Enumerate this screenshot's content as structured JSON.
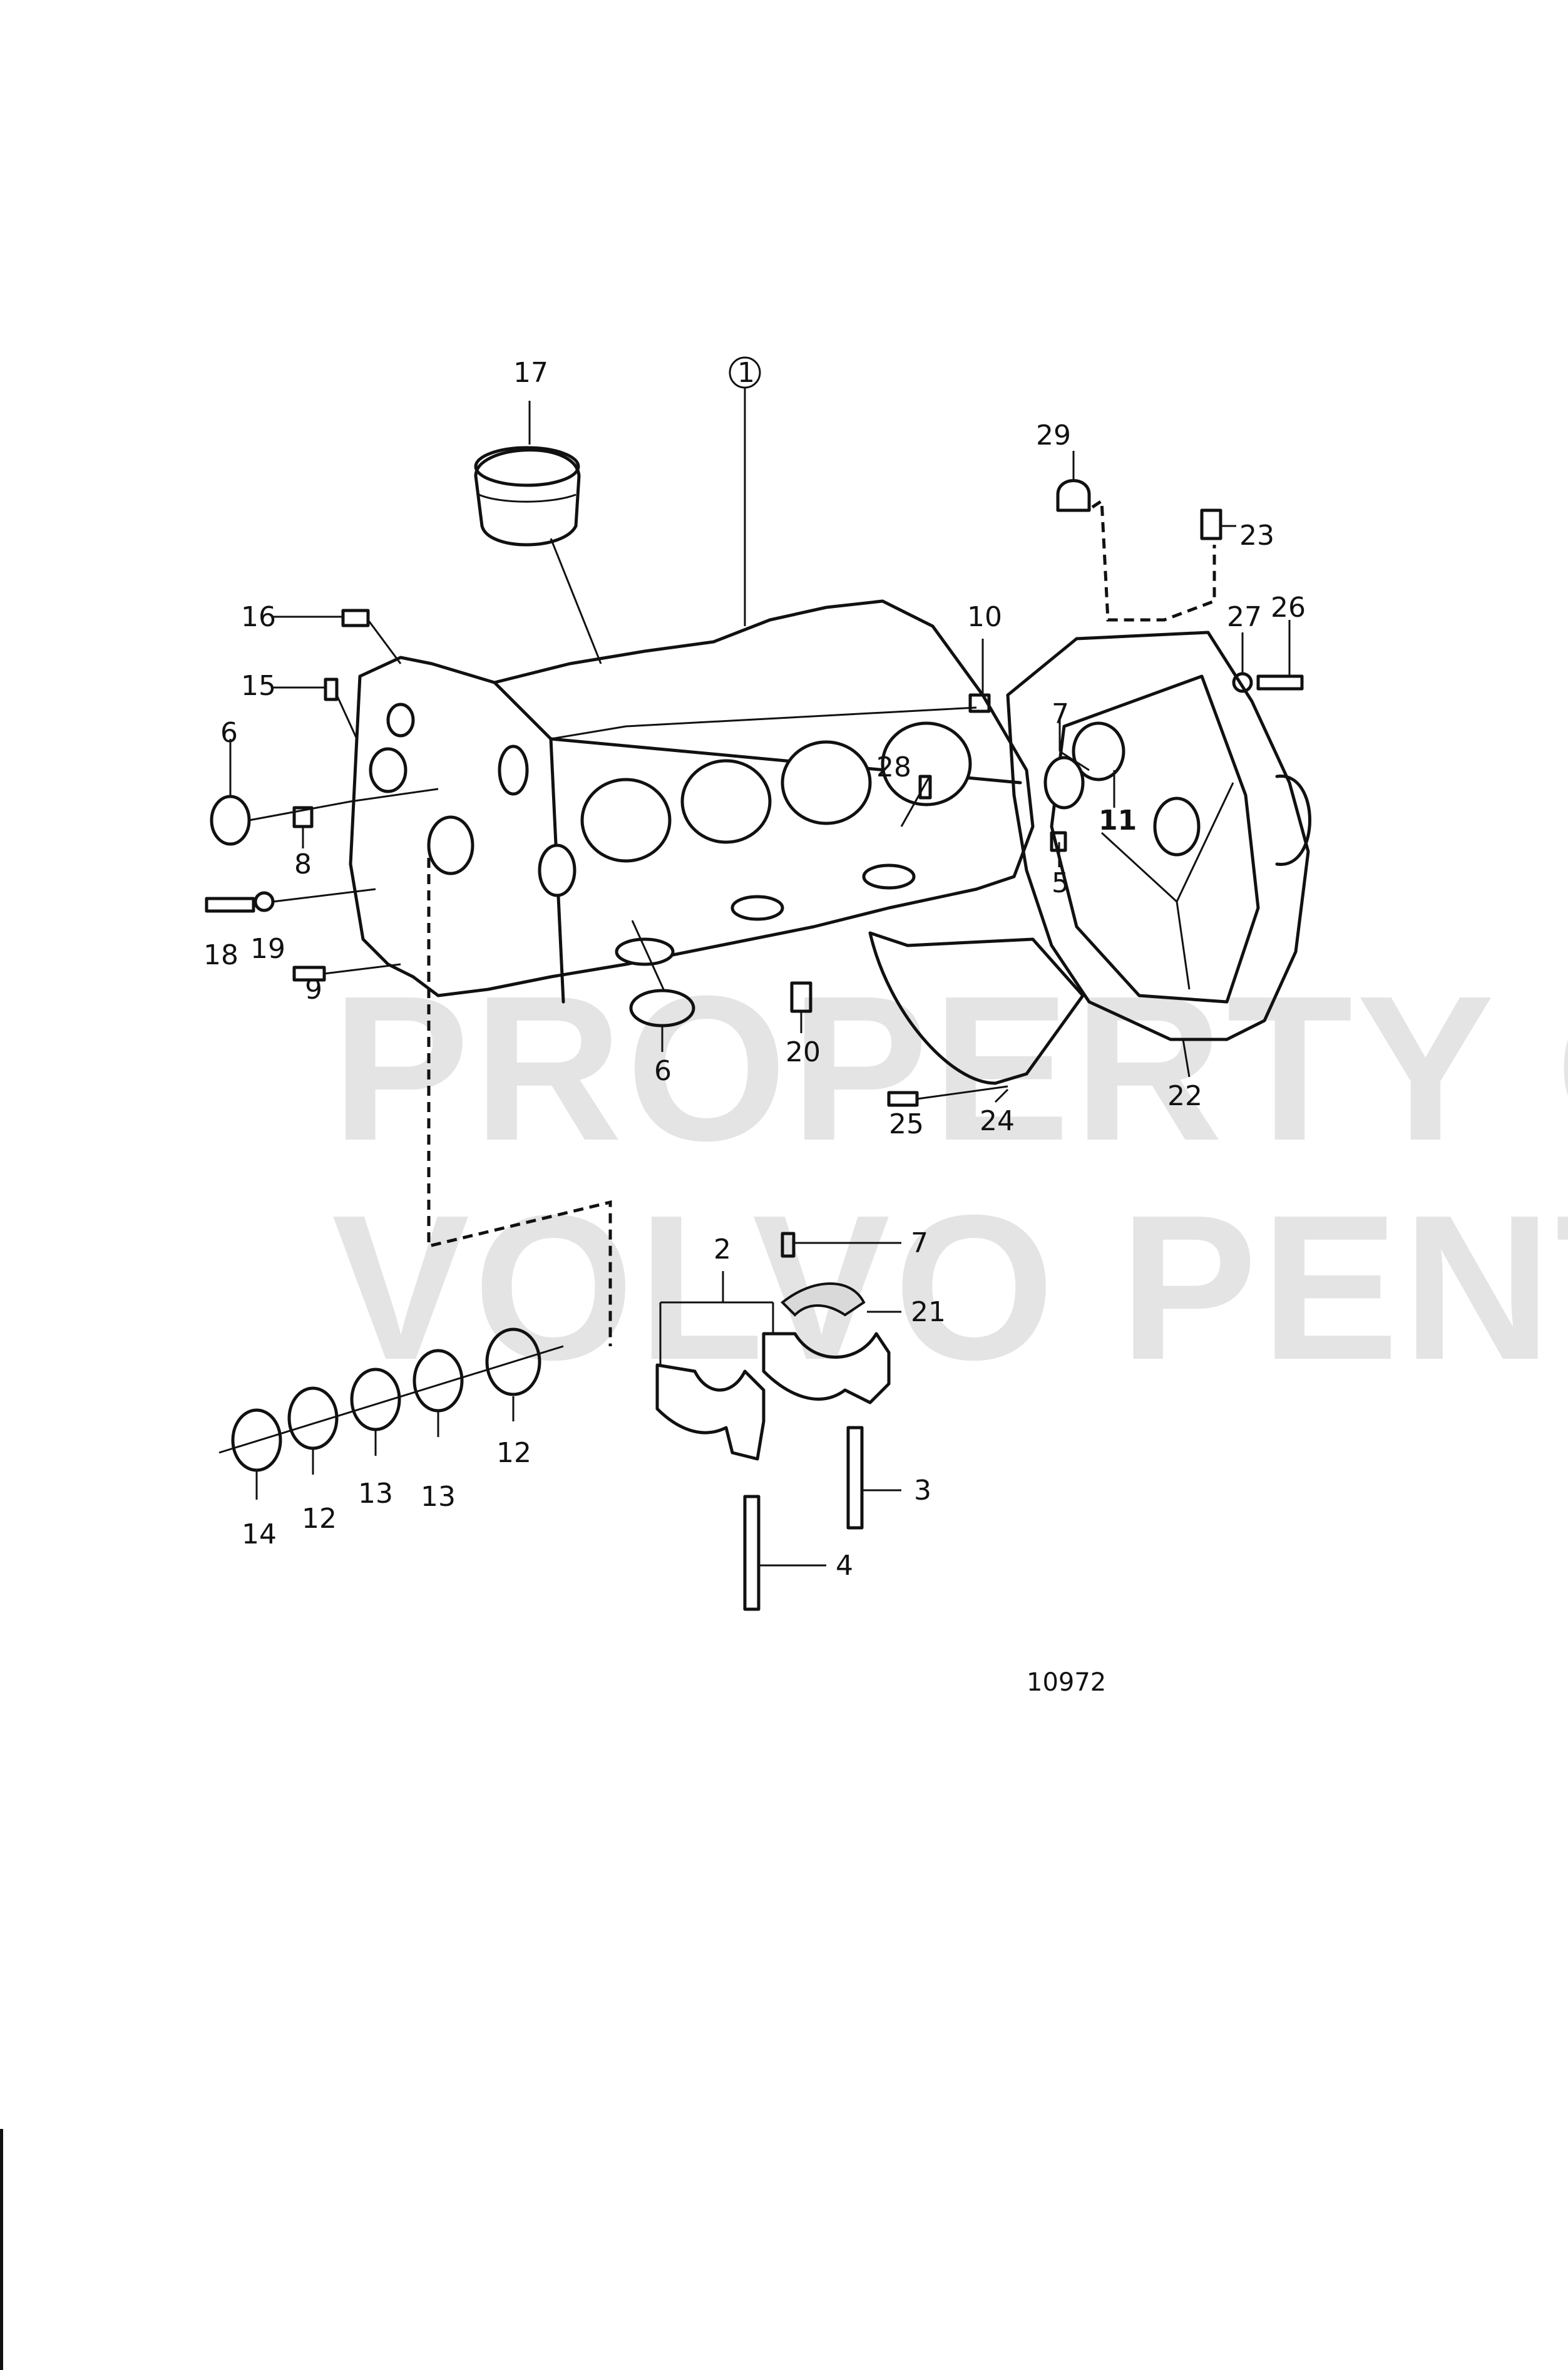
{
  "figure_number": "10972",
  "watermark": {
    "line1": "PROPERTY OF",
    "line2": "VOLVO PENTA"
  },
  "callouts": {
    "c1": "1",
    "c2": "2",
    "c3": "3",
    "c4": "4",
    "c5": "5",
    "c6a": "6",
    "c6b": "6",
    "c7a": "7",
    "c7b": "7",
    "c8": "8",
    "c9": "9",
    "c10": "10",
    "c11": "11",
    "c12a": "12",
    "c12b": "12",
    "c13a": "13",
    "c13b": "13",
    "c14": "14",
    "c15": "15",
    "c16": "16",
    "c17": "17",
    "c18": "18",
    "c19": "19",
    "c20": "20",
    "c21": "21",
    "c22": "22",
    "c23": "23",
    "c24": "24",
    "c25": "25",
    "c26": "26",
    "c27": "27",
    "c28": "28",
    "c29": "29"
  }
}
